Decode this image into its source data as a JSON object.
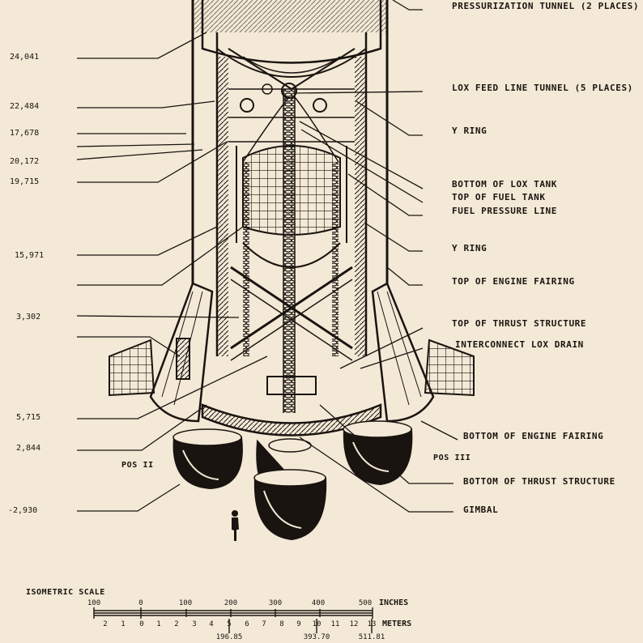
{
  "diagram": {
    "stations_left": [
      {
        "id": "s1",
        "value": "24,041"
      },
      {
        "id": "s2",
        "value": "22,484"
      },
      {
        "id": "s3",
        "value": "17,678"
      },
      {
        "id": "s4",
        "value": "20,172"
      },
      {
        "id": "s5",
        "value": "19,715"
      },
      {
        "id": "s6",
        "value": "15,971"
      },
      {
        "id": "s7",
        "value": "3,302"
      },
      {
        "id": "s8",
        "value": "5,715"
      },
      {
        "id": "s9",
        "value": "2,844"
      },
      {
        "id": "s10",
        "value": "-2,930"
      }
    ],
    "callouts_right": [
      {
        "id": "r1",
        "text": "PRESSURIZATION TUNNEL (2 PLACES)"
      },
      {
        "id": "r2",
        "text": "LOX FEED LINE TUNNEL (5 PLACES)"
      },
      {
        "id": "r3",
        "text": "Y RING"
      },
      {
        "id": "r4",
        "text": "BOTTOM OF LOX TANK"
      },
      {
        "id": "r5",
        "text": "TOP OF FUEL TANK"
      },
      {
        "id": "r6",
        "text": "FUEL PRESSURE LINE"
      },
      {
        "id": "r7",
        "text": "Y RING"
      },
      {
        "id": "r8",
        "text": "TOP OF ENGINE FAIRING"
      },
      {
        "id": "r9",
        "text": "TOP OF THRUST STRUCTURE"
      },
      {
        "id": "r10",
        "text": "INTERCONNECT LOX DRAIN"
      },
      {
        "id": "r11",
        "text": "BOTTOM OF ENGINE FAIRING"
      },
      {
        "id": "r12",
        "text": "BOTTOM OF THRUST STRUCTURE"
      },
      {
        "id": "r13",
        "text": "GIMBAL"
      }
    ],
    "position_labels": {
      "pos_ii": "POS II",
      "pos_iii": "POS III"
    }
  },
  "scale": {
    "title": "ISOMETRIC SCALE",
    "inch_ticks": [
      "100",
      "0",
      "100",
      "200",
      "300",
      "400",
      "500"
    ],
    "inch_unit": "INCHES",
    "meter_ticks": [
      "2",
      "1",
      "0",
      "1",
      "2",
      "3",
      "4",
      "5",
      "6",
      "7",
      "8",
      "9",
      "10",
      "11",
      "12",
      "13"
    ],
    "meter_unit": "METERS",
    "conversions": [
      "196.85",
      "393.70",
      "511.81"
    ]
  },
  "colors": {
    "paper": "#f3e9d6",
    "ink": "#1a1410"
  }
}
